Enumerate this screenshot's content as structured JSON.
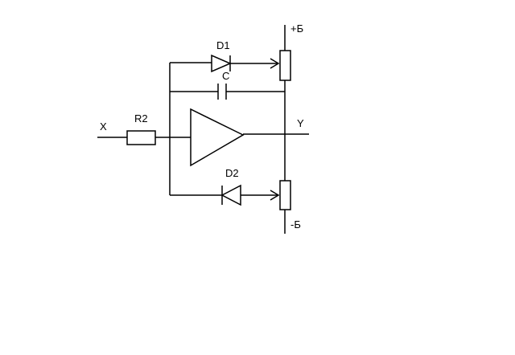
{
  "labels": {
    "input": "X",
    "output": "Y",
    "resistor": "R2",
    "diode_top": "D1",
    "diode_bottom": "D2",
    "capacitor": "C",
    "supply_positive": "+Б",
    "supply_negative": "-Б"
  },
  "colors": {
    "line": "#000000",
    "background": "#ffffff"
  }
}
